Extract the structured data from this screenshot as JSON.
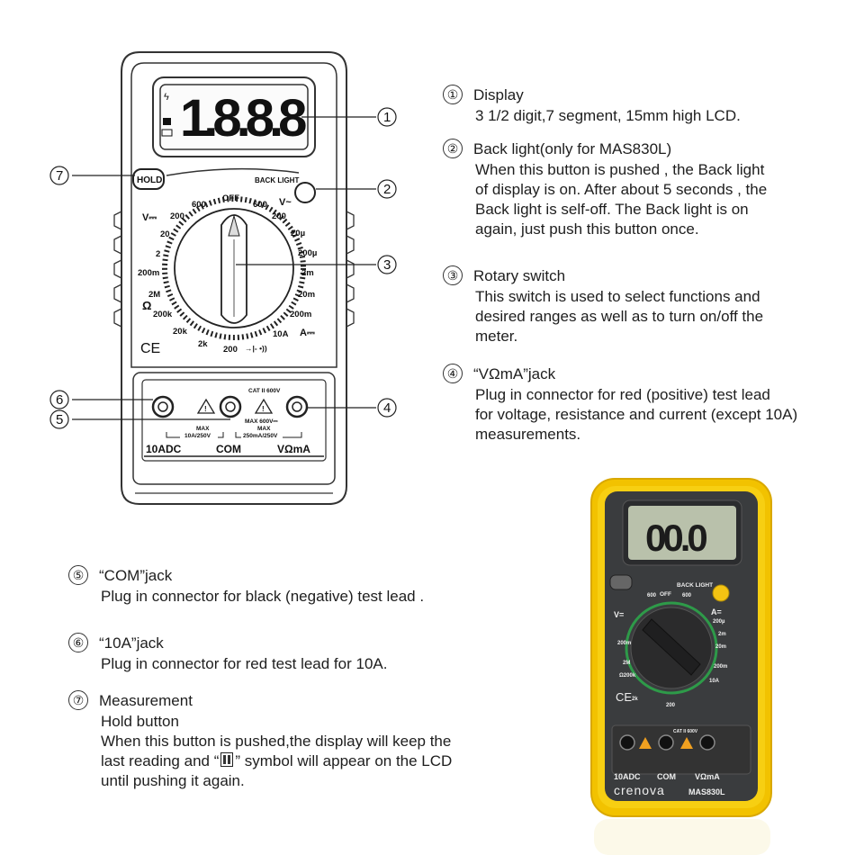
{
  "diagram": {
    "lcd_text": "1.8.8.8",
    "hold_label": "HOLD",
    "backlight_label": "BACK LIGHT",
    "v_ac_label": "V~",
    "v_dc_label": "V⎓",
    "ohm_label": "Ω",
    "a_dc_label": "A⎓",
    "ce_label": "CE",
    "dial_labels": {
      "off": "OFF",
      "v600_left": "600",
      "v600_right": "600",
      "v200_left": "200",
      "v20": "20",
      "v2": "2",
      "v200m": "200m",
      "o2m": "2M",
      "o200k": "200k",
      "o20k": "20k",
      "o2k": "2k",
      "o200": "200",
      "diode": "→|- •))",
      "a10": "10A",
      "a200m": "200m",
      "a20m": "20m",
      "a2m": "2m",
      "a200u": "200µ",
      "a20u": "20µ",
      "vac200": "200"
    },
    "cat_label": "CAT II 600V",
    "max_label_left": "MAX",
    "fuse_left": "10A/250V",
    "max600_label": "MAX 600V⎓",
    "max_label_right": "MAX",
    "fuse_right": "250mA/250V",
    "jack_labels": [
      "10ADC",
      "COM",
      "VΩmA"
    ],
    "callouts": [
      "①",
      "②",
      "③",
      "④",
      "⑤",
      "⑥",
      "⑦"
    ]
  },
  "descriptions": [
    {
      "num": "①",
      "title": "Display",
      "body": [
        "3  1/2 digit,7 segment, 15mm high LCD."
      ]
    },
    {
      "num": "②",
      "title": "Back light(only for MAS830L)",
      "body": [
        "When this button is pushed , the Back light",
        "of display is on. After about 5 seconds , the",
        "Back light is self-off. The Back light is on",
        "again, just push this button once."
      ]
    },
    {
      "num": "③",
      "title": "Rotary switch",
      "body": [
        "This switch is used to select functions and",
        "desired ranges as well as to turn on/off the",
        "meter."
      ]
    },
    {
      "num": "④",
      "title": "“VΩmA”jack",
      "body": [
        "Plug in connector for red (positive) test lead",
        "for voltage, resistance and current (except 10A)",
        "measurements."
      ]
    },
    {
      "num": "⑤",
      "title": "“COM”jack",
      "body": [
        "Plug in connector for black (negative) test lead ."
      ]
    },
    {
      "num": "⑥",
      "title": "“10A”jack",
      "body": [
        "Plug in connector for red test lead for 10A."
      ]
    },
    {
      "num": "⑦",
      "title": "Measurement",
      "body": [
        "Hold button",
        "When this button is pushed,the display will keep the"
      ],
      "body_sym_line": {
        "before": "last reading and “",
        "after": "” symbol will appear on the LCD"
      },
      "body_end": "until pushing it again."
    }
  ],
  "photo": {
    "lcd_text": "00.0",
    "backlight_label": "BACK LIGHT",
    "brand": "crenova",
    "model": "MAS830L",
    "jack_labels": [
      "10ADC",
      "COM",
      "VΩmA"
    ],
    "off_label": "OFF",
    "cat_label": "CAT II 600V",
    "colors": {
      "housing": "#f2c200",
      "body": "#3a3c3e",
      "lcd": "#b9c1ab",
      "button": "#f3c313"
    }
  }
}
